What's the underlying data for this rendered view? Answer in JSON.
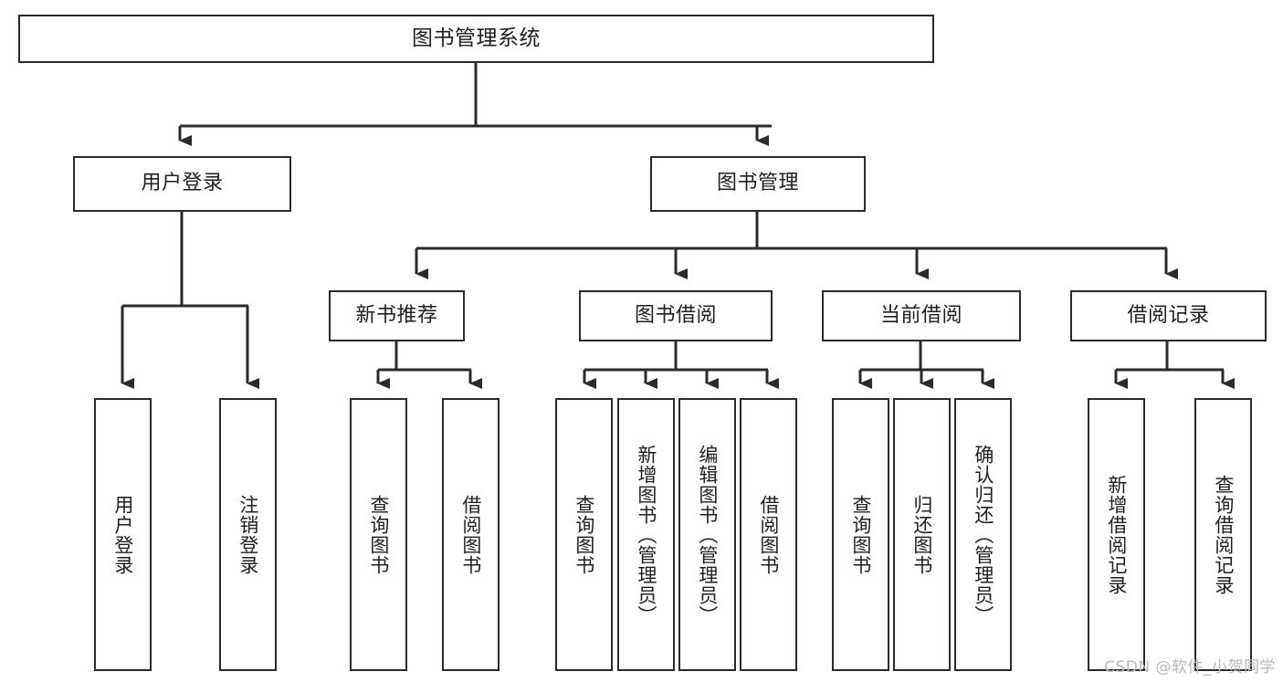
{
  "diagram": {
    "title": "图书管理系统",
    "type": "tree",
    "watermark": "CSDN @软件_小贺同学",
    "colors": {
      "background": "#ffffff",
      "box_border": "#2b2b2b",
      "box_fill": "#ffffff",
      "text": "#1f1f1f",
      "connector": "#2b2b2b",
      "watermark": "#b9b9b9"
    }
  },
  "nodes": {
    "root": {
      "label": "图书管理系统"
    },
    "level1": [
      {
        "label": "用户登录"
      },
      {
        "label": "图书管理"
      }
    ],
    "level2": [
      {
        "label": "新书推荐"
      },
      {
        "label": "图书借阅"
      },
      {
        "label": "当前借阅"
      },
      {
        "label": "借阅记录"
      }
    ],
    "leaves_user_login": [
      {
        "label": "用户登录"
      },
      {
        "label": "注销登录"
      }
    ],
    "leaves_new_book": [
      {
        "label": "查询图书"
      },
      {
        "label": "借阅图书"
      }
    ],
    "leaves_borrow": [
      {
        "label": "查询图书"
      },
      {
        "label": "新增图书（管理员）"
      },
      {
        "label": "编辑图书（管理员）"
      },
      {
        "label": "借阅图书"
      }
    ],
    "leaves_current": [
      {
        "label": "查询图书"
      },
      {
        "label": "归还图书"
      },
      {
        "label": "确认归还（管理员）"
      }
    ],
    "leaves_records": [
      {
        "label": "新增借阅记录"
      },
      {
        "label": "查询借阅记录"
      }
    ]
  }
}
